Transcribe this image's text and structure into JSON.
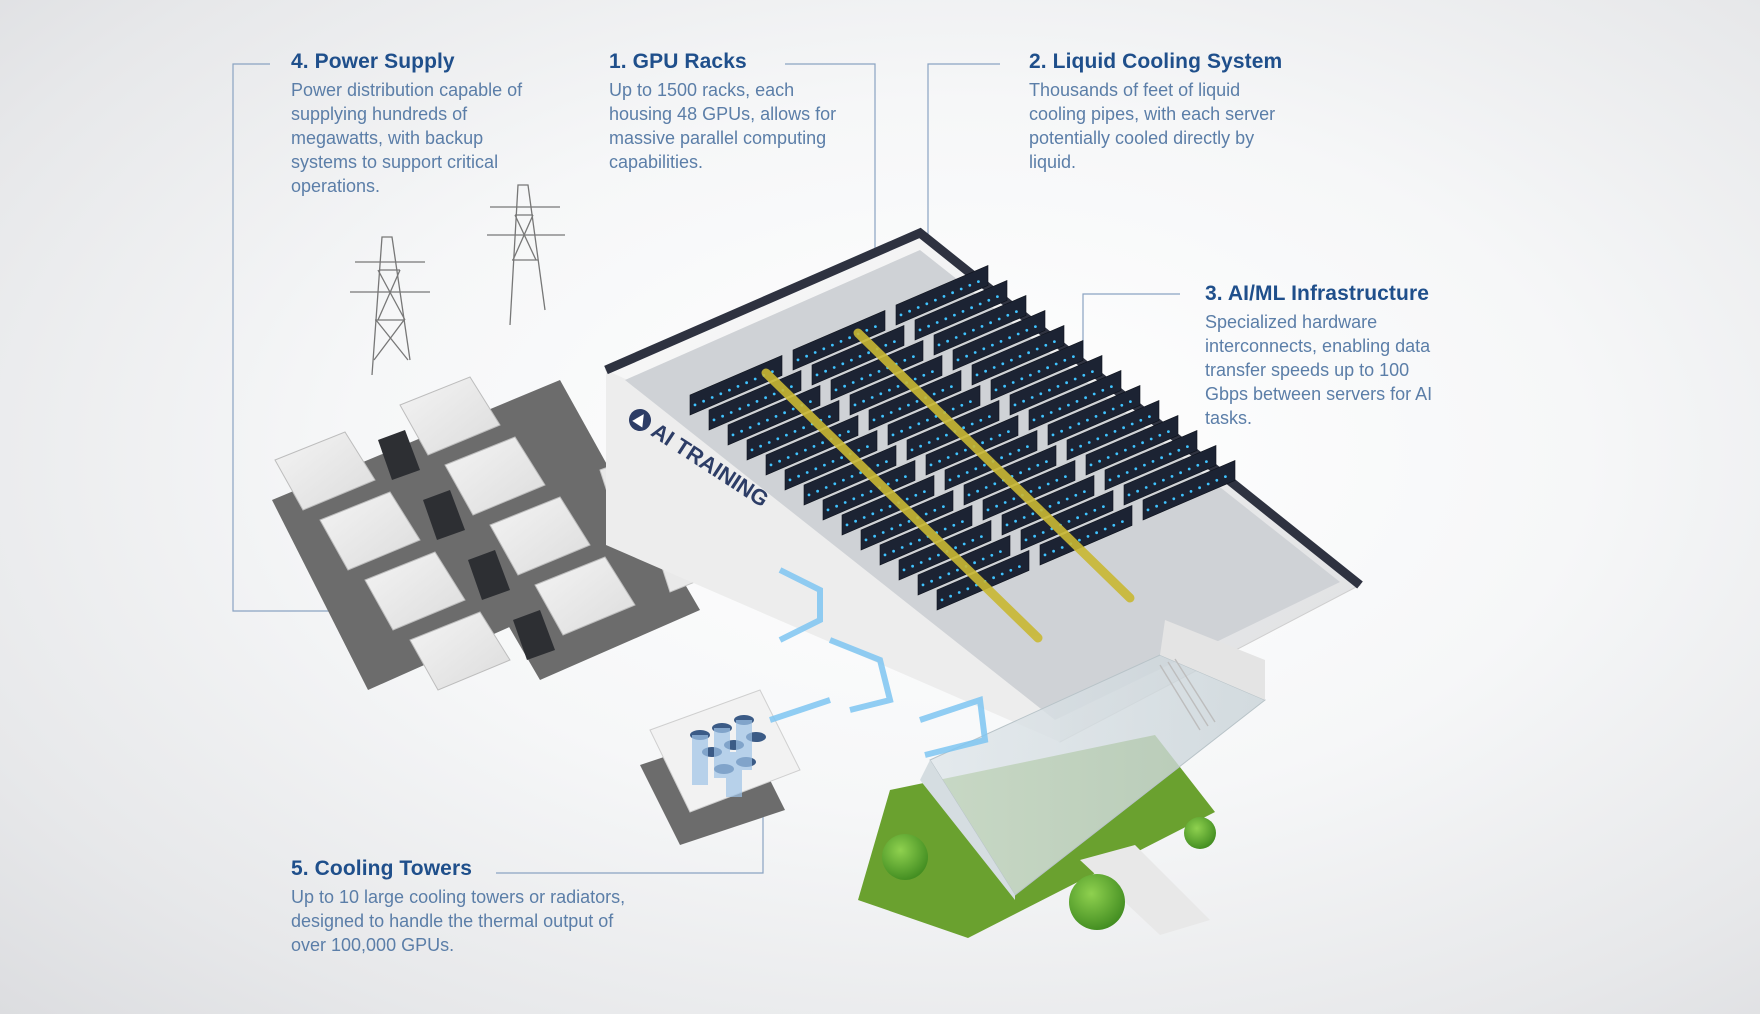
{
  "callouts": {
    "gpu_racks": {
      "title": "1. GPU Racks",
      "text": "Up to 1500 racks, each housing 48 GPUs, allows for massive parallel computing capabilities."
    },
    "liquid_cooling": {
      "title": "2. Liquid Cooling System",
      "text": "Thousands of feet of liquid cooling pipes, with each server potentially cooled directly by liquid."
    },
    "ai_ml": {
      "title": "3. AI/ML Infrastructure",
      "text": "Specialized hardware interconnects, enabling data transfer speeds up to 100 Gbps between servers for AI tasks."
    },
    "power_supply": {
      "title": "4. Power Supply",
      "text": "Power distribution capable of supplying hundreds of megawatts, with backup systems to support critical operations."
    },
    "cooling_towers": {
      "title": "5. Cooling Towers",
      "text": "Up to 10 large cooling towers or radiators, designed to handle the thermal output of over 100,000 GPUs."
    }
  },
  "building_sign": "AI TRAINING",
  "colors": {
    "accent": "#1f4f8b",
    "body_text": "#5b7ea8",
    "leader_line": "#8aa3c2",
    "rack": "#1c2333",
    "rack_led": "#3fc3ff",
    "tray": "#c9b833",
    "grass": "#6aa12f"
  }
}
